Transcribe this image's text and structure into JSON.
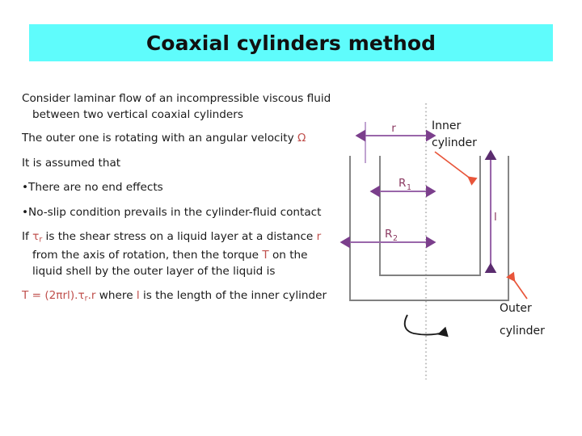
{
  "slide": {
    "title": "Coaxial cylinders method",
    "banner_color": "#5FFCFC"
  },
  "colors": {
    "accent_text": "#C0504D",
    "dimension_line": "#9966AA",
    "dimension_text": "#8B3A62",
    "callout_arrow": "#E8553A",
    "cylinder_outline": "#808080",
    "axis_line": "#BFBFBF"
  },
  "body": {
    "paragraphs": [
      {
        "id": "p1",
        "line1": "Consider laminar flow of an incompressible viscous",
        "line2": "fluid between two vertical coaxial cylinders"
      },
      {
        "id": "p2",
        "line1_plain": "The outer one is rotating with an angular velocity ",
        "line1_accent": "Ω"
      },
      {
        "id": "p3",
        "line1": "It is assumed that"
      },
      {
        "id": "p4",
        "bullet": "•",
        "line1": "There are no end effects"
      },
      {
        "id": "p5",
        "bullet": "•",
        "line1": "No-slip condition prevails in the cylinder-fluid",
        "line2": "contact"
      },
      {
        "id": "p6",
        "seg1": "If ",
        "tau": "τ",
        "tau_sub": "r",
        "seg2": " is the shear stress on a liquid layer at a distance ",
        "r": "r",
        "line2a": "from the axis of rotation, then the torque ",
        "T": "T",
        "line2b": " on the",
        "line3": "liquid shell by the outer layer of the liquid is"
      },
      {
        "id": "p7",
        "formula": "T = (2πrl).τ",
        "formula_sub": "r",
        "formula2": ".r",
        "seg_plain1": " where ",
        "l": "l",
        "seg_plain2": " is the length of the inner",
        "line2": "cylinder"
      }
    ]
  },
  "diagram": {
    "labels": {
      "r": "r",
      "R1": "R",
      "R1_sub": "1",
      "R2": "R",
      "R2_sub": "2",
      "l": "l",
      "inner_cylinder_line1": "Inner",
      "inner_cylinder_line2": "cylinder",
      "outer_cylinder_line1": "Outer",
      "outer_cylinder_line2": "cylinder"
    },
    "icons": {
      "rotation": "rotation-arrow-icon",
      "axis": "axis-of-rotation-icon"
    }
  }
}
